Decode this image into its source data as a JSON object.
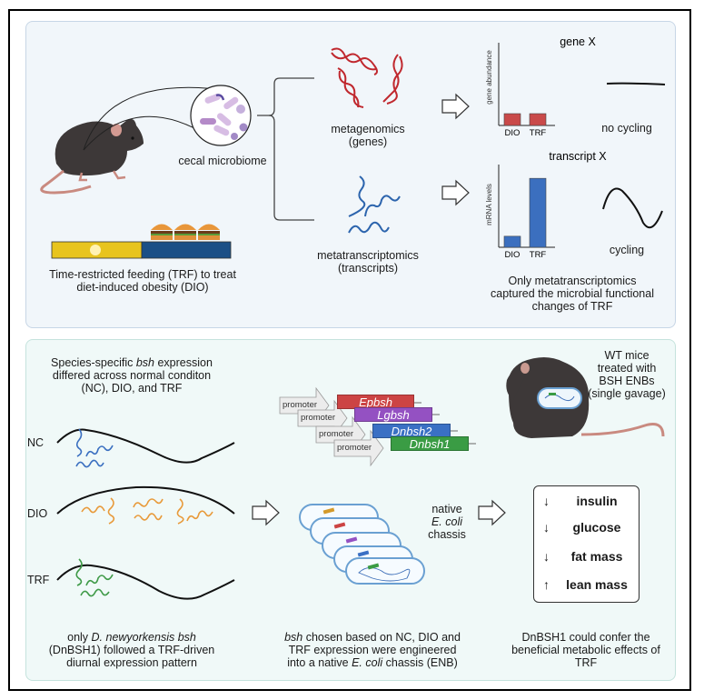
{
  "panel_top": {
    "mouse_label": "cecal microbiome",
    "feeding_caption_line1": "Time-restricted feeding (TRF) to treat",
    "feeding_caption_line2": "diet-induced obesity (DIO)",
    "metagenomics_line1": "metagenomics",
    "metagenomics_line2": "(genes)",
    "metatranscriptomics_line1": "metatranscriptomics",
    "metatranscriptomics_line2": "(transcripts)",
    "conclusion_line1": "Only metatranscriptomics",
    "conclusion_line2": "captured the microbial functional",
    "conclusion_line3": "changes of TRF",
    "gene_pattern_label": "no cycling",
    "transcript_pattern_label": "cycling",
    "colors": {
      "day": "#e8c41e",
      "night": "#1b4f86",
      "gene_bar": "#c94a4a",
      "transcript_bar": "#3b6fbf"
    }
  },
  "chart_data": [
    {
      "type": "bar",
      "title": "gene X",
      "ylabel": "gene abundance",
      "categories": [
        "DIO",
        "TRF"
      ],
      "values": [
        1,
        1
      ],
      "ylim": [
        0,
        7
      ]
    },
    {
      "type": "bar",
      "title": "transcript X",
      "ylabel": "mRNA levels",
      "categories": [
        "DIO",
        "TRF"
      ],
      "values": [
        1.2,
        7.5
      ],
      "ylim": [
        0,
        9
      ]
    }
  ],
  "panel_bottom": {
    "species_caption_line1_pre": "Species-specific ",
    "species_caption_line1_italic": "bsh",
    "species_caption_line1_post": " expression",
    "species_caption_line2": "differed across normal conditon",
    "species_caption_line3": "(NC), DIO, and TRF",
    "condition_labels": [
      "NC",
      "DIO",
      "TRF"
    ],
    "left_caption_line1_pre": "only ",
    "left_caption_line1_italic": "D. newyorkensis bsh",
    "left_caption_line2": "(DnBSH1) followed a TRF-driven",
    "left_caption_line3": "diurnal expression pattern",
    "promoter_label": "promoter",
    "genes": [
      {
        "name": "Epbsh",
        "color": "#cc4444"
      },
      {
        "name": "Lgbsh",
        "color": "#9451c2"
      },
      {
        "name": "Dnbsh2",
        "color": "#3a70c4"
      },
      {
        "name": "Dnbsh1",
        "color": "#3a9c44"
      }
    ],
    "chassis_line1": "native",
    "chassis_line2": "E. coli",
    "chassis_line3": "chassis",
    "middle_caption_line1_italic": "bsh",
    "middle_caption_line1_post": " chosen based on NC, DIO and",
    "middle_caption_line2": "TRF expression were engineered",
    "middle_caption_line3_pre": "into a native ",
    "middle_caption_line3_italic": "E. coli",
    "middle_caption_line3_post": " chassis (ENB)",
    "mice_line1": "WT mice",
    "mice_line2": "treated with",
    "mice_line3": "BSH ENBs",
    "mice_line4": "(single gavage)",
    "outcomes": [
      {
        "arrow": "↓",
        "label": "insulin"
      },
      {
        "arrow": "↓",
        "label": "glucose"
      },
      {
        "arrow": "↓",
        "label": "fat mass"
      },
      {
        "arrow": "↑",
        "label": "lean mass"
      }
    ],
    "right_caption_line1": "DnBSH1 could confer the",
    "right_caption_line2": "beneficial metabolic effects of",
    "right_caption_line3": "TRF",
    "colors": {
      "nc": "#3a6fc0",
      "dio": "#e89a3a",
      "trf": "#3f9a48"
    }
  }
}
